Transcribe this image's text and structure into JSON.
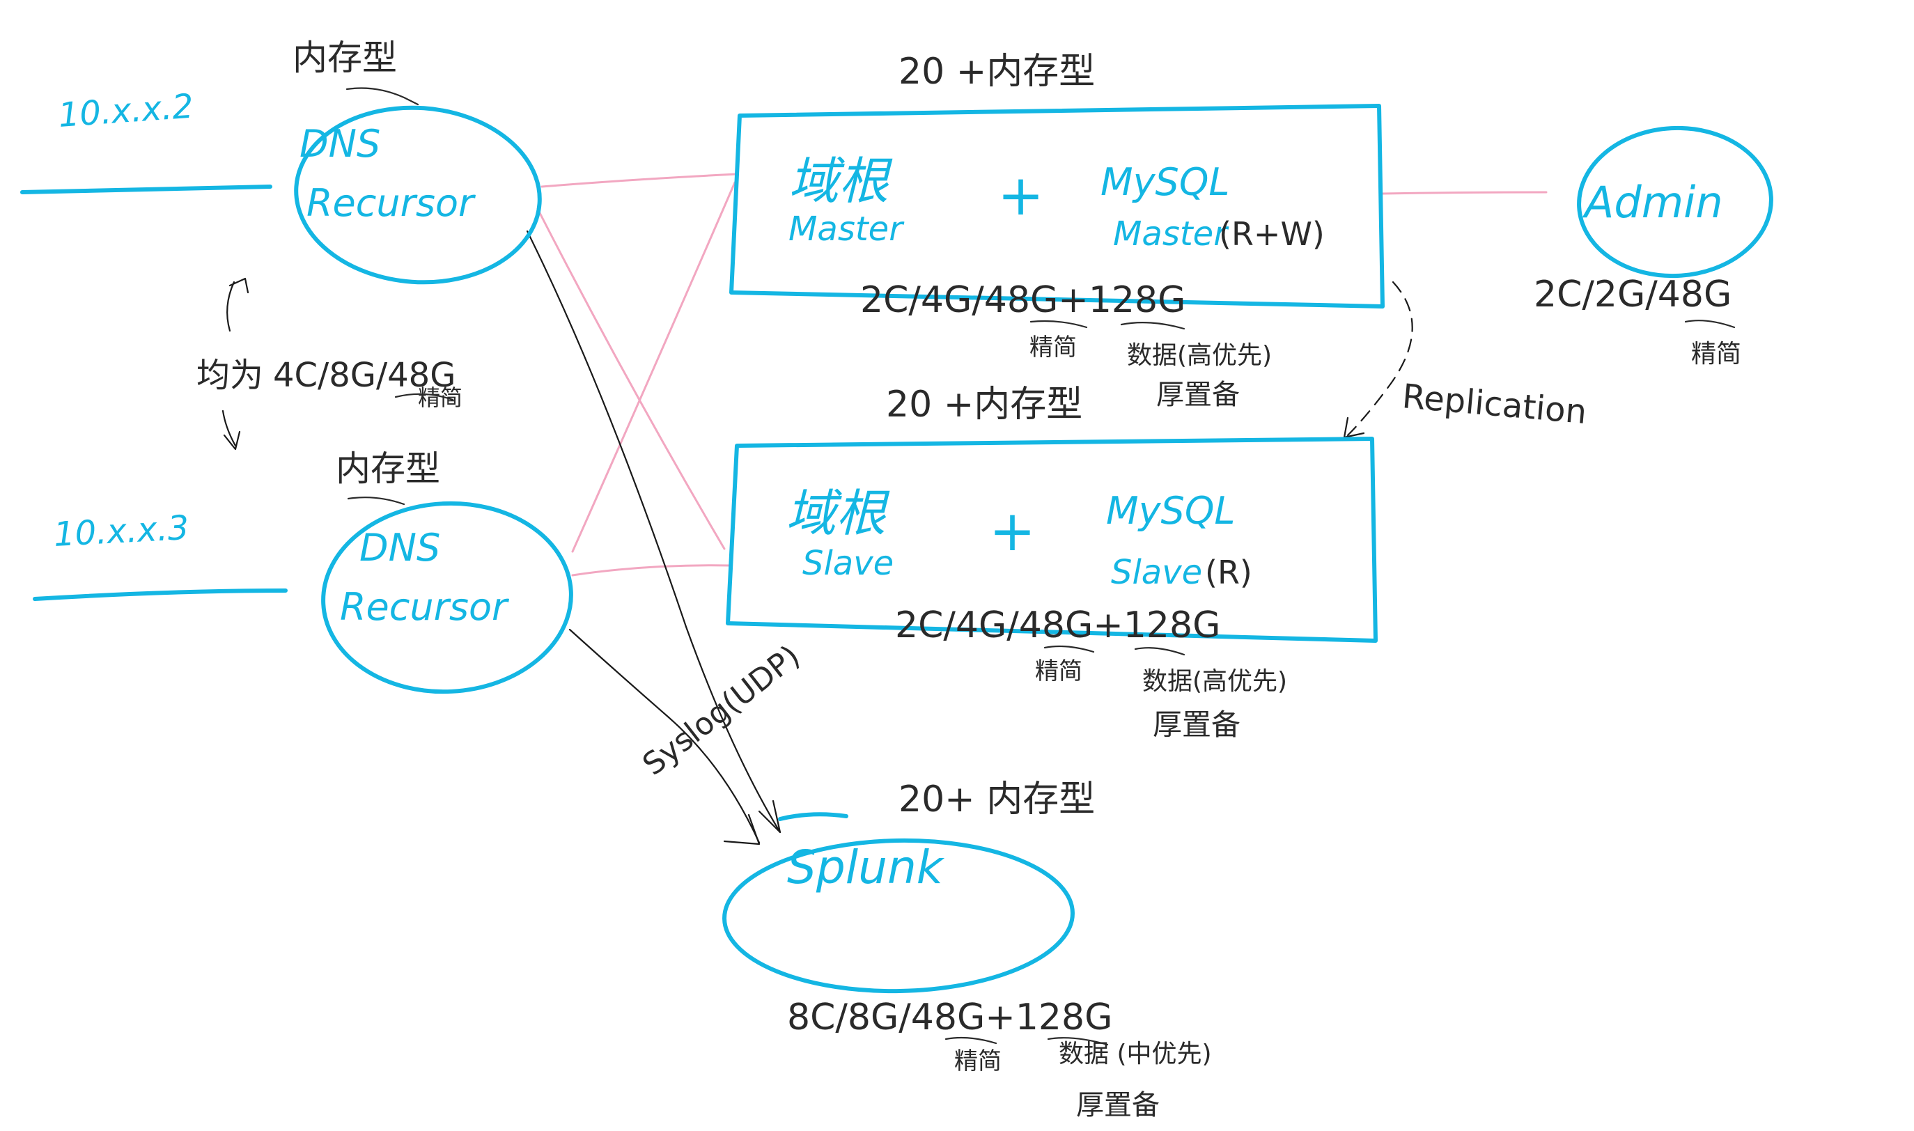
{
  "colors": {
    "accent": "#14b6e3",
    "link": "#f2a7c1",
    "ink": "#1a1a1a"
  },
  "ips": {
    "ip1": "10.x.x.2",
    "ip2": "10.x.x.3"
  },
  "dns1": {
    "type": "内存型",
    "line1": "DNS",
    "line2": "Recursor"
  },
  "dns2": {
    "type": "内存型",
    "line1": "DNS",
    "line2": "Recursor"
  },
  "dns_spec": {
    "prefix": "均为",
    "spec": "4C/8G/48G",
    "note": "精简"
  },
  "master": {
    "header": "20 +内存型",
    "left_top": "域根",
    "left_bottom": "Master",
    "plus": "+",
    "right_top": "MySQL",
    "right_bottom": "Master",
    "mode": "(R+W)",
    "spec": "2C/4G/48G+128G",
    "note1": "精简",
    "note2": "数据(高优先)",
    "note3": "厚置备"
  },
  "slave": {
    "header": "20 +内存型",
    "left_top": "域根",
    "left_bottom": "Slave",
    "plus": "+",
    "right_top": "MySQL",
    "right_bottom": "Slave",
    "mode": "(R)",
    "spec": "2C/4G/48G+128G",
    "note1": "精简",
    "note2": "数据(高优先)",
    "note3": "厚置备"
  },
  "admin": {
    "label": "Admin",
    "spec": "2C/2G/48G",
    "note": "精简"
  },
  "replication": {
    "label": "Replication"
  },
  "syslog": {
    "label": "Syslog(UDP)"
  },
  "splunk": {
    "header": "20+ 内存型",
    "label": "Splunk",
    "spec": "8C/8G/48G+128G",
    "note1": "精简",
    "note2": "数据 (中优先)",
    "note3": "厚置备"
  }
}
